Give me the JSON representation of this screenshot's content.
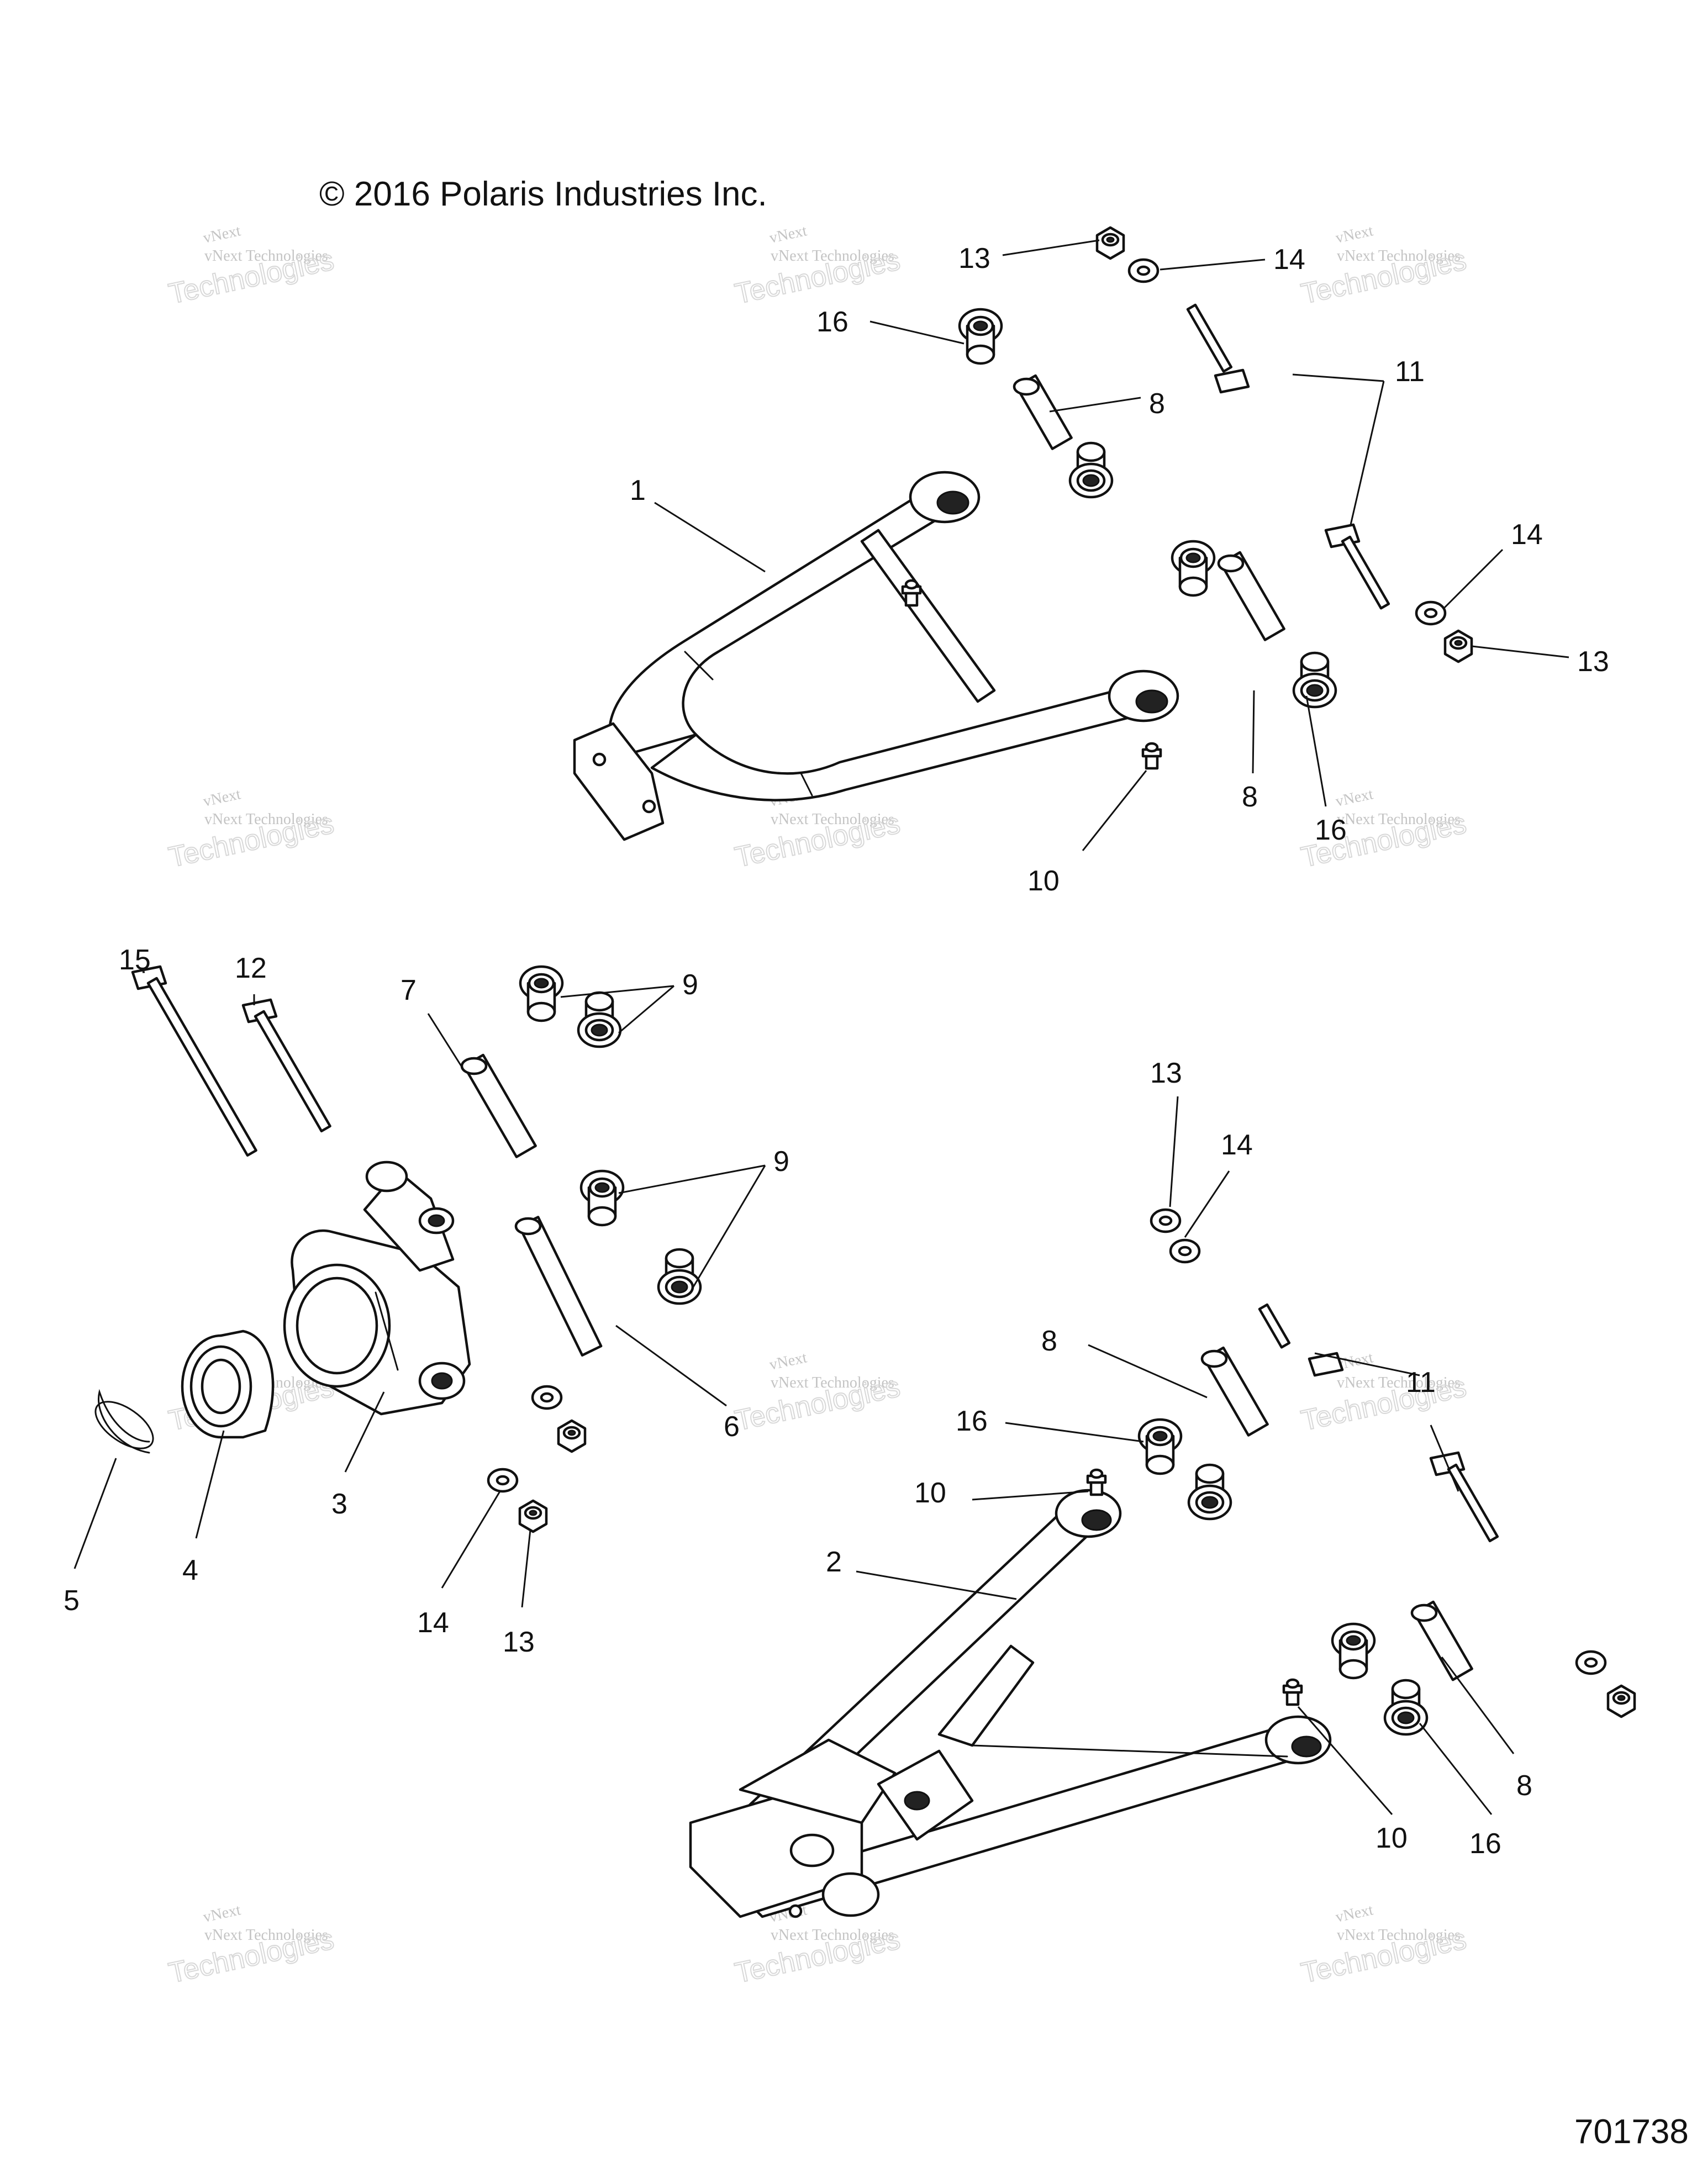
{
  "copyright": "© 2016 Polaris Industries Inc.",
  "drawing_number": "701738",
  "watermark": {
    "line1": "vNext Technologies",
    "line2": "Technologies",
    "line3": "vNext"
  },
  "callouts": {
    "c13a": "13",
    "c14a": "14",
    "c16a": "16",
    "c11a": "11",
    "c8a": "8",
    "c1": "1",
    "c14b": "14",
    "c13b": "13",
    "c8b": "8",
    "c16b": "16",
    "c10a": "10",
    "c15": "15",
    "c12": "12",
    "c7": "7",
    "c9a": "9",
    "c9b": "9",
    "c13c": "13",
    "c14c": "14",
    "c8c": "8",
    "c11b": "11",
    "c16c": "16",
    "c10b": "10",
    "c6": "6",
    "c3": "3",
    "c4": "4",
    "c5": "5",
    "c14d": "14",
    "c13d": "13",
    "c2": "2",
    "c10c": "10",
    "c16d": "16",
    "c8d": "8"
  },
  "colors": {
    "line": "#111111",
    "background": "#ffffff",
    "watermark": "#c4c4c4"
  }
}
